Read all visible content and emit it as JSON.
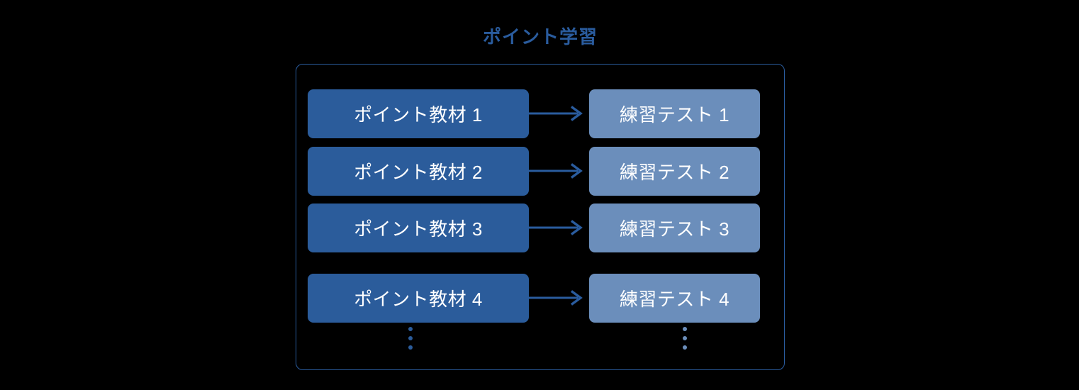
{
  "diagram": {
    "title": "ポイント学習",
    "rows": [
      {
        "source": "ポイント教材 1",
        "target": "練習テスト 1"
      },
      {
        "source": "ポイント教材 2",
        "target": "練習テスト 2"
      },
      {
        "source": "ポイント教材 3",
        "target": "練習テスト 3"
      },
      {
        "source": "ポイント教材 4",
        "target": "練習テスト 4"
      }
    ],
    "ellipsis": {
      "dot_count": 3
    },
    "colors": {
      "background": "#000000",
      "frame_border": "#2a5c9e",
      "source_box_fill": "#2b5c9b",
      "target_box_fill": "#6b8ebb",
      "box_text": "#ffffff",
      "title_text": "#2a5c9e",
      "arrow": "#2a5c9e"
    }
  }
}
